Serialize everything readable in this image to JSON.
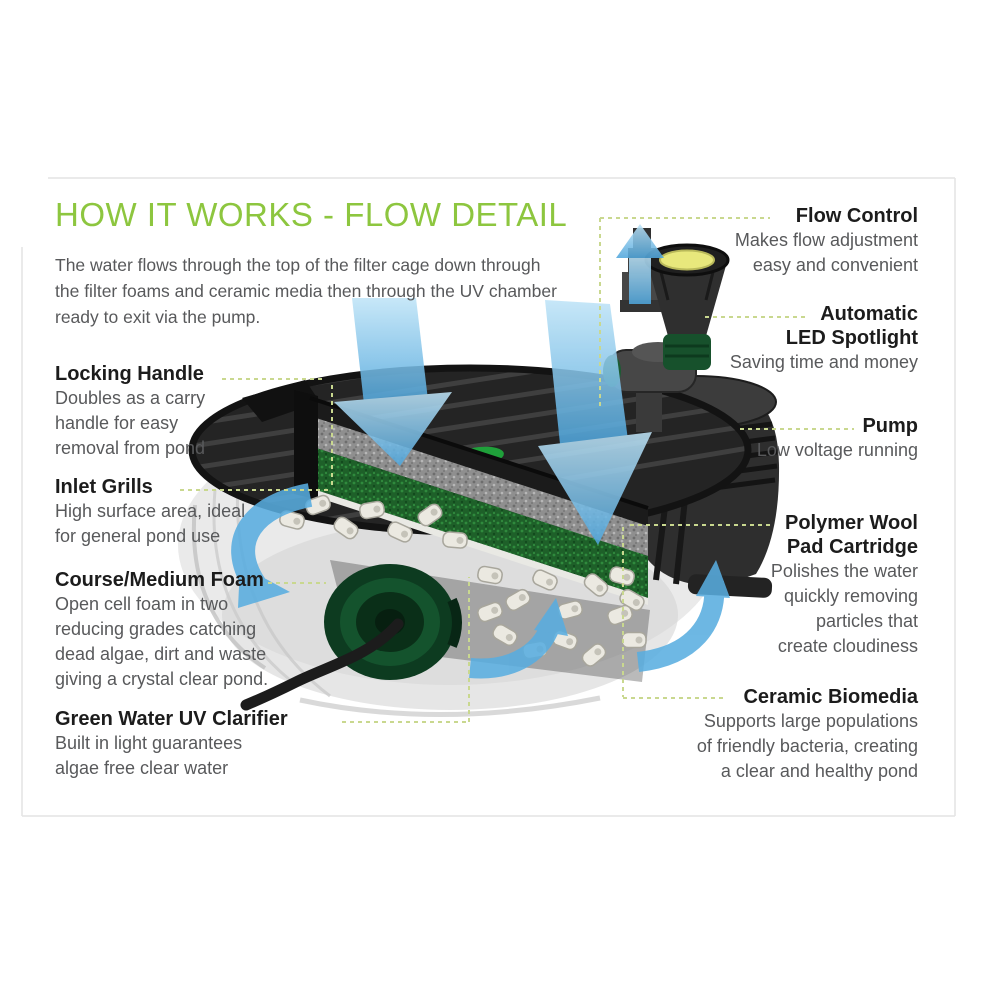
{
  "title": "HOW IT WORKS - FLOW DETAIL",
  "intro": {
    "lines": [
      "The water flows through the top of the filter cage down through",
      "the filter foams and ceramic media then through the UV chamber",
      "ready to exit via the pump."
    ]
  },
  "colors": {
    "accent_green": "#8dc63f",
    "leader_line": "#c9d88f",
    "arrow_blue": "#5fb2e3",
    "heading_text": "#1c1c1c",
    "body_text": "#58595b",
    "uv_cap_green": "#14532d",
    "led_ring_yellow": "#e8e87c"
  },
  "left_labels": [
    {
      "heading": "Locking Handle",
      "lines": [
        "Doubles as a carry",
        "handle for easy",
        "removal from pond"
      ]
    },
    {
      "heading": "Inlet Grills",
      "lines": [
        "High surface area, ideal",
        "for general pond use"
      ]
    },
    {
      "heading": "Course/Medium Foam",
      "lines": [
        "Open cell foam in two",
        "reducing grades catching",
        "dead algae, dirt and waste",
        "giving a crystal clear pond."
      ]
    },
    {
      "heading": "Green Water UV Clarifier",
      "lines": [
        "Built in light guarantees",
        "algae free clear water"
      ]
    }
  ],
  "right_labels": [
    {
      "heading_lines": [
        "Flow Control"
      ],
      "lines": [
        "Makes flow adjustment",
        "easy and convenient"
      ]
    },
    {
      "heading_lines": [
        "Automatic",
        "LED Spotlight"
      ],
      "lines": [
        "Saving time and money"
      ]
    },
    {
      "heading_lines": [
        "Pump"
      ],
      "lines": [
        "Low voltage running"
      ]
    },
    {
      "heading_lines": [
        "Polymer Wool",
        "Pad Cartridge"
      ],
      "lines": [
        "Polishes the water",
        "quickly removing",
        "particles that",
        "create cloudiness"
      ]
    },
    {
      "heading_lines": [
        "Ceramic Biomedia"
      ],
      "lines": [
        "Supports large populations",
        "of friendly bacteria, creating",
        "a clear and healthy pond"
      ]
    }
  ]
}
